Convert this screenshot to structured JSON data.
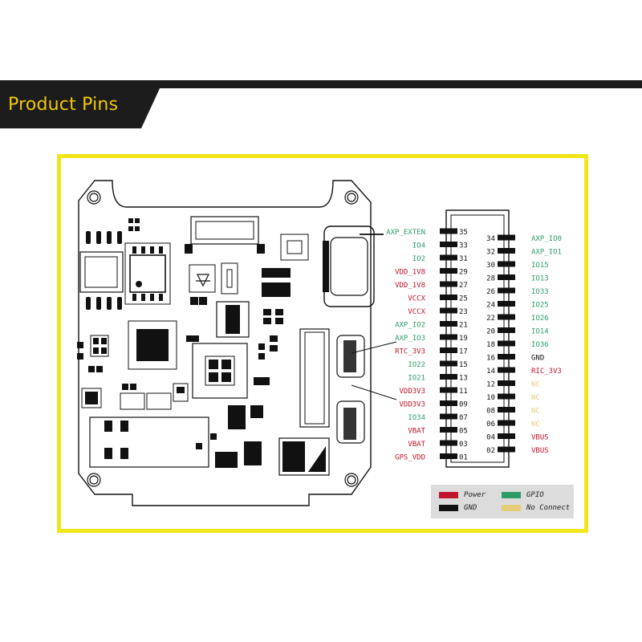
{
  "header": {
    "title": "Product Pins"
  },
  "colors": {
    "power": "#c0152d",
    "gpio": "#2e9c6a",
    "gnd": "#111111",
    "nc": "#e8cd78",
    "frame": "#f2e51a",
    "banner": "#1c1c1c",
    "banner_text": "#f2c900"
  },
  "pins_left": [
    {
      "label": "AXP_EXTEN",
      "num": "35",
      "type": "gpio"
    },
    {
      "label": "IO4",
      "num": "33",
      "type": "gpio"
    },
    {
      "label": "IO2",
      "num": "31",
      "type": "gpio"
    },
    {
      "label": "VDD_1V8",
      "num": "29",
      "type": "power"
    },
    {
      "label": "VDD_1V8",
      "num": "27",
      "type": "power"
    },
    {
      "label": "VCCX",
      "num": "25",
      "type": "power"
    },
    {
      "label": "VCCX",
      "num": "23",
      "type": "power"
    },
    {
      "label": "AXP_IO2",
      "num": "21",
      "type": "gpio"
    },
    {
      "label": "AXP_IO3",
      "num": "19",
      "type": "gpio"
    },
    {
      "label": "RTC_3V3",
      "num": "17",
      "type": "power"
    },
    {
      "label": "IO22",
      "num": "15",
      "type": "gpio"
    },
    {
      "label": "IO21",
      "num": "13",
      "type": "gpio"
    },
    {
      "label": "VDD3V3",
      "num": "11",
      "type": "power"
    },
    {
      "label": "VDD3V3",
      "num": "09",
      "type": "power"
    },
    {
      "label": "IO34",
      "num": "07",
      "type": "gpio"
    },
    {
      "label": "VBAT",
      "num": "05",
      "type": "power"
    },
    {
      "label": "VBAT",
      "num": "03",
      "type": "power"
    },
    {
      "label": "GPS_VDD",
      "num": "01",
      "type": "power"
    }
  ],
  "pins_right": [
    {
      "label": "AXP_IO0",
      "num": "34",
      "type": "gpio"
    },
    {
      "label": "AXP_IO1",
      "num": "32",
      "type": "gpio"
    },
    {
      "label": "IO15",
      "num": "30",
      "type": "gpio"
    },
    {
      "label": "IO13",
      "num": "28",
      "type": "gpio"
    },
    {
      "label": "IO33",
      "num": "26",
      "type": "gpio"
    },
    {
      "label": "IO25",
      "num": "24",
      "type": "gpio"
    },
    {
      "label": "IO26",
      "num": "22",
      "type": "gpio"
    },
    {
      "label": "IO14",
      "num": "20",
      "type": "gpio"
    },
    {
      "label": "IO36",
      "num": "18",
      "type": "gpio"
    },
    {
      "label": "GND",
      "num": "16",
      "type": "gnd"
    },
    {
      "label": "RIC_3V3",
      "num": "14",
      "type": "power"
    },
    {
      "label": "NC",
      "num": "12",
      "type": "nc"
    },
    {
      "label": "NC",
      "num": "10",
      "type": "nc"
    },
    {
      "label": "NC",
      "num": "08",
      "type": "nc"
    },
    {
      "label": "NC",
      "num": "06",
      "type": "nc"
    },
    {
      "label": "VBUS",
      "num": "04",
      "type": "power"
    },
    {
      "label": "VBUS",
      "num": "02",
      "type": "power"
    }
  ],
  "legend": [
    {
      "label": "Power",
      "type": "power"
    },
    {
      "label": "GPIO",
      "type": "gpio"
    },
    {
      "label": "GND",
      "type": "gnd"
    },
    {
      "label": "No Connect",
      "type": "nc"
    }
  ]
}
